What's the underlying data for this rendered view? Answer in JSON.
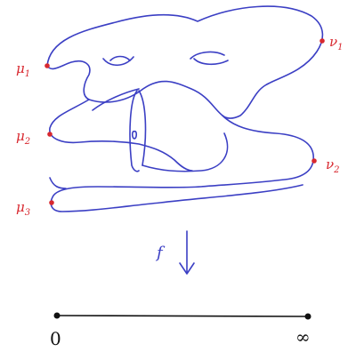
{
  "labels": {
    "mu1": {
      "main": "μ",
      "sub": "1"
    },
    "mu2": {
      "main": "μ",
      "sub": "2"
    },
    "mu3": {
      "main": "μ",
      "sub": "3"
    },
    "nu1": {
      "main": "ν",
      "sub": "1"
    },
    "nu2": {
      "main": "ν",
      "sub": "2"
    },
    "map": "f",
    "interval_start": "0",
    "interval_end": "∞"
  },
  "colors": {
    "surface": "#3b3fc4",
    "points": "#d8282f",
    "interval": "#111111"
  }
}
